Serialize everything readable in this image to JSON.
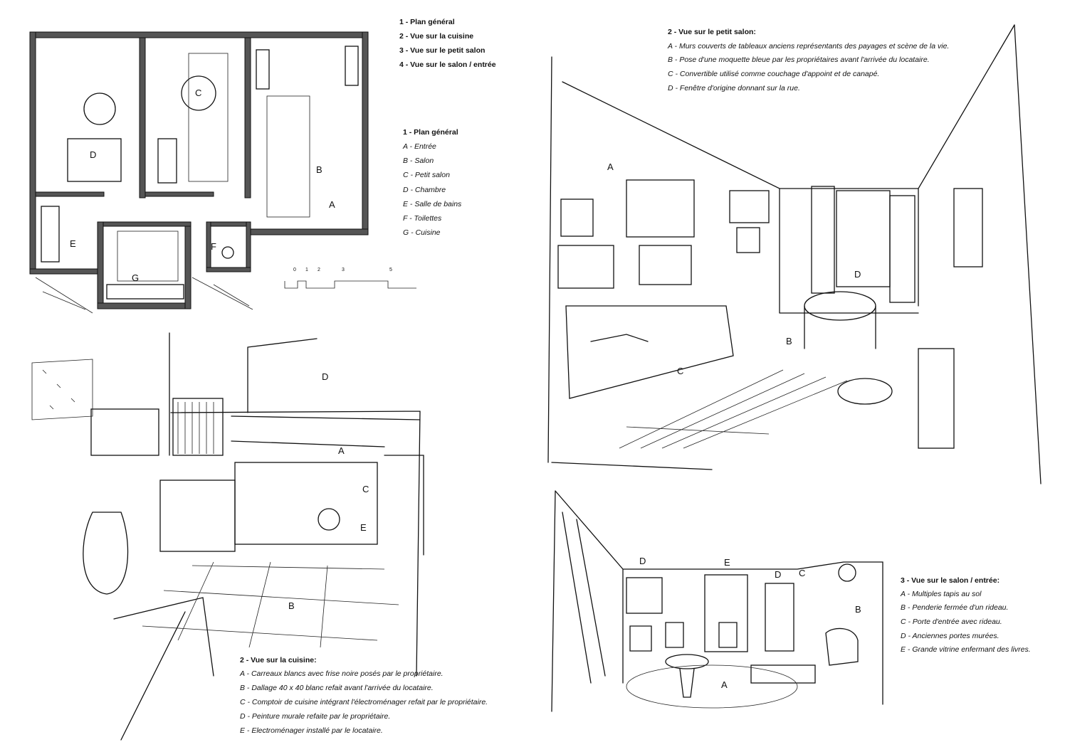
{
  "legend_index": {
    "items": [
      "1 - Plan général",
      "2 - Vue sur la cuisine",
      "3 - Vue sur le petit salon",
      "4 - Vue sur le salon / entrée"
    ]
  },
  "plan": {
    "title": "1 - Plan général",
    "items": [
      "A - Entrée",
      "B - Salon",
      "C - Petit salon",
      "D - Chambre",
      "E - Salle de bains",
      "F - Toilettes",
      "G - Cuisine"
    ],
    "room_labels": {
      "A": "A",
      "B": "B",
      "C": "C",
      "D": "D",
      "E": "E",
      "F": "F",
      "G": "G"
    },
    "scale_labels": [
      "0",
      "1",
      "2",
      "3",
      "5"
    ]
  },
  "petit_salon": {
    "title": "2 - Vue sur le petit salon:",
    "items": [
      "A -  Murs couverts de tableaux anciens représentants des payages et scène de la vie.",
      "B -  Pose d'une moquette bleue par les propriétaires avant l'arrivée du locataire.",
      "C - Convertible utilisé comme couchage d'appoint et de canapé.",
      "D -  Fenêtre d'origine donnant sur la rue."
    ],
    "labels": {
      "A": "A",
      "B": "B",
      "C": "C",
      "D": "D"
    }
  },
  "cuisine": {
    "title": "2 - Vue sur la cuisine:",
    "items": [
      "A - Carreaux blancs avec frise noire posés par le propriétaire.",
      "B -  Dallage 40 x 40 blanc refait avant l'arrivée du locataire.",
      "C - Comptoir de cuisine intégrant l'électroménager refait par le propriétaire.",
      "D -  Peinture murale refaite par le propriétaire.",
      "E - Electroménager installé par le locataire."
    ],
    "labels": {
      "A": "A",
      "B": "B",
      "C": "C",
      "D": "D",
      "E": "E"
    }
  },
  "salon": {
    "title": "3 - Vue sur le salon / entrée:",
    "items": [
      "A - Multiples tapis au sol",
      "B - Penderie fermée d'un rideau.",
      "C - Porte d'entrée avec rideau.",
      "D - Anciennes portes murées.",
      "E -  Grande vitrine enfermant des livres."
    ],
    "labels": {
      "A": "A",
      "B": "B",
      "C": "C",
      "D1": "D",
      "D2": "D",
      "E": "E"
    }
  }
}
